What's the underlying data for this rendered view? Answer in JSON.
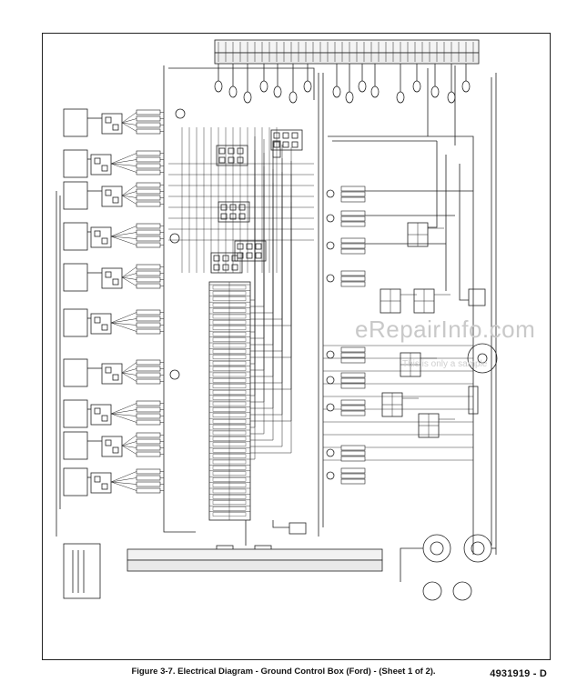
{
  "document": {
    "drawing_number": "4931919 - D",
    "caption": "Figure 3-7. Electrical Diagram - Ground Control Box (Ford) - (Sheet 1 of 2)."
  },
  "watermark": {
    "main": "eRepairInfo.com",
    "sub": "This is only a sample"
  }
}
